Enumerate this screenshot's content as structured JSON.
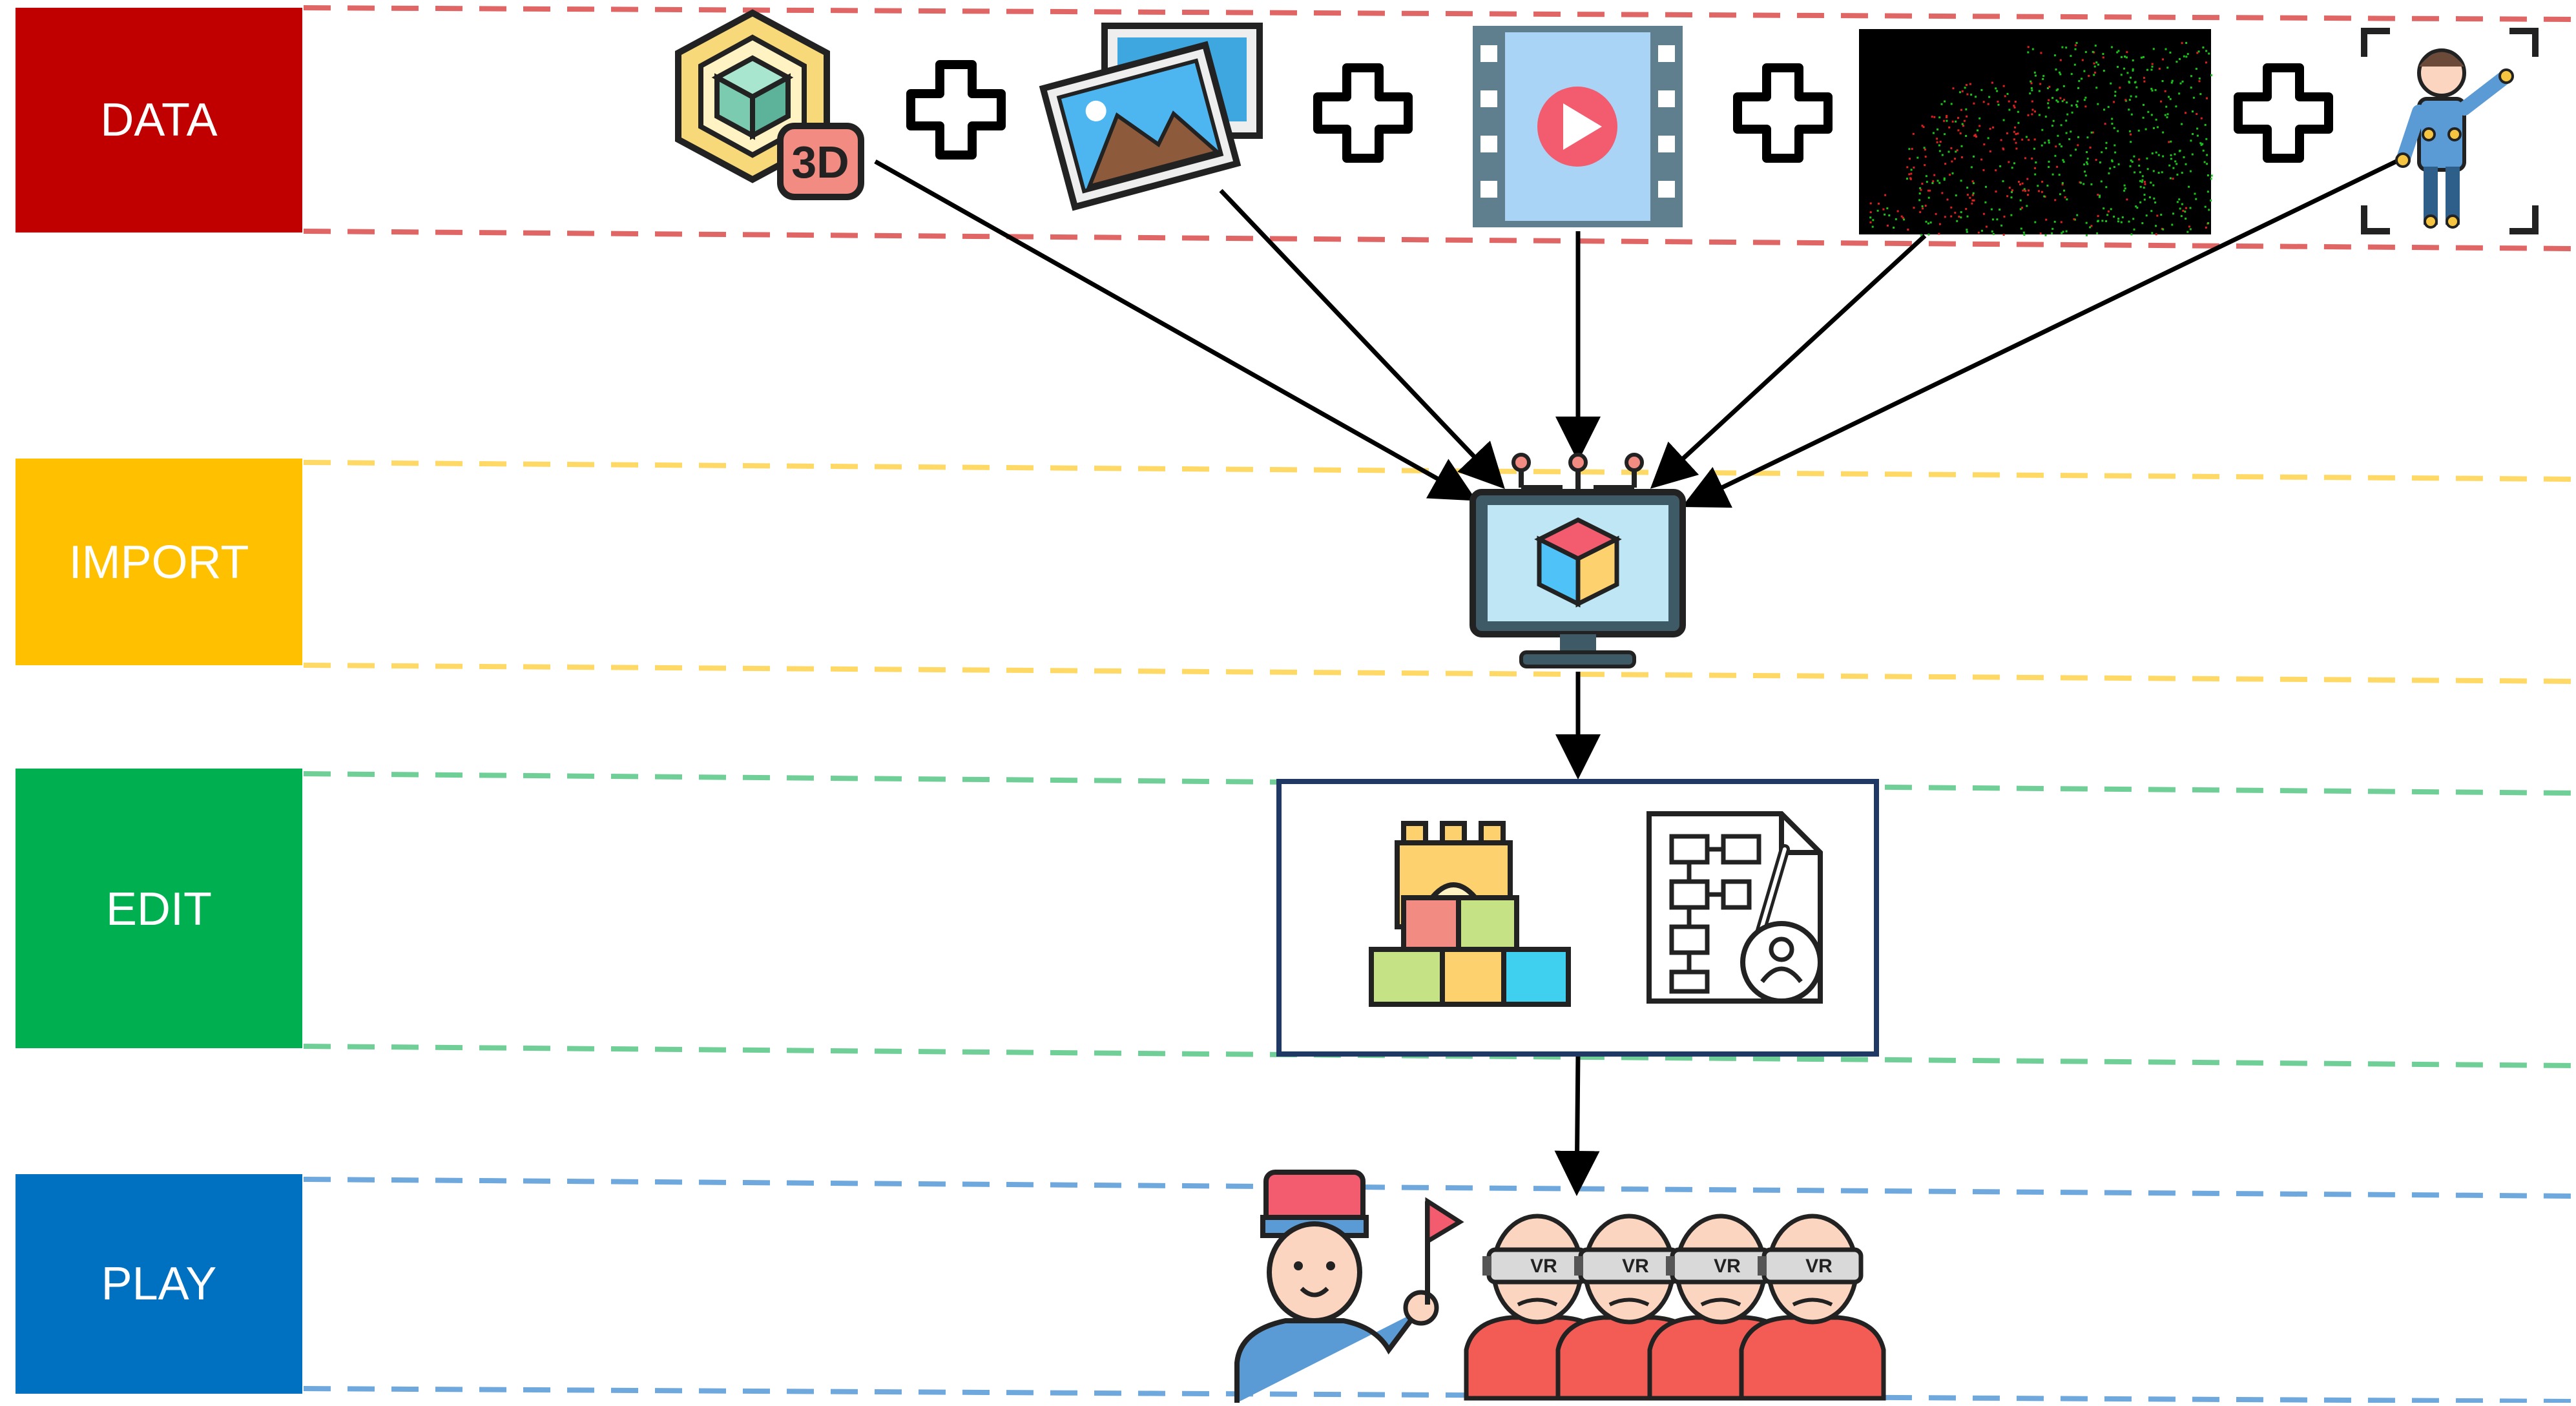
{
  "stages": [
    {
      "key": "data",
      "label": "DATA",
      "color": "#C00000",
      "line_color": "#E06666"
    },
    {
      "key": "import",
      "label": "IMPORT",
      "color": "#FFC000",
      "line_color": "#FFD966"
    },
    {
      "key": "edit",
      "label": "EDIT",
      "color": "#00B050",
      "line_color": "#6FCF97"
    },
    {
      "key": "play",
      "label": "PLAY",
      "color": "#0070C0",
      "line_color": "#6FA8DC"
    }
  ],
  "data_sources": [
    {
      "name": "3d-model",
      "icon": "3d-cube-icon",
      "badge": "3D"
    },
    {
      "name": "images",
      "icon": "image-gallery-icon"
    },
    {
      "name": "video",
      "icon": "video-film-icon"
    },
    {
      "name": "point-cloud",
      "icon": "point-cloud-thumbnail"
    },
    {
      "name": "motion-capture",
      "icon": "motion-capture-person-icon"
    }
  ],
  "operators": {
    "plus": "plus-icon"
  },
  "import_node": {
    "icon": "monitor-cube-icon"
  },
  "edit_node": {
    "icons": [
      "building-blocks-icon",
      "flowchart-document-icon"
    ]
  },
  "play_node": {
    "icons": [
      "tour-guide-icon",
      "vr-audience-icon"
    ],
    "vr_label": "VR",
    "audience_count": 4
  },
  "colors": {
    "arrow": "#000000",
    "edit_box_border": "#1F3864",
    "skin": "#FBD5C0",
    "red_shirt": "#F25C54",
    "blue_shirt": "#5B9BD5",
    "point_cloud_red": "#E02020",
    "point_cloud_green": "#1AC41A"
  }
}
